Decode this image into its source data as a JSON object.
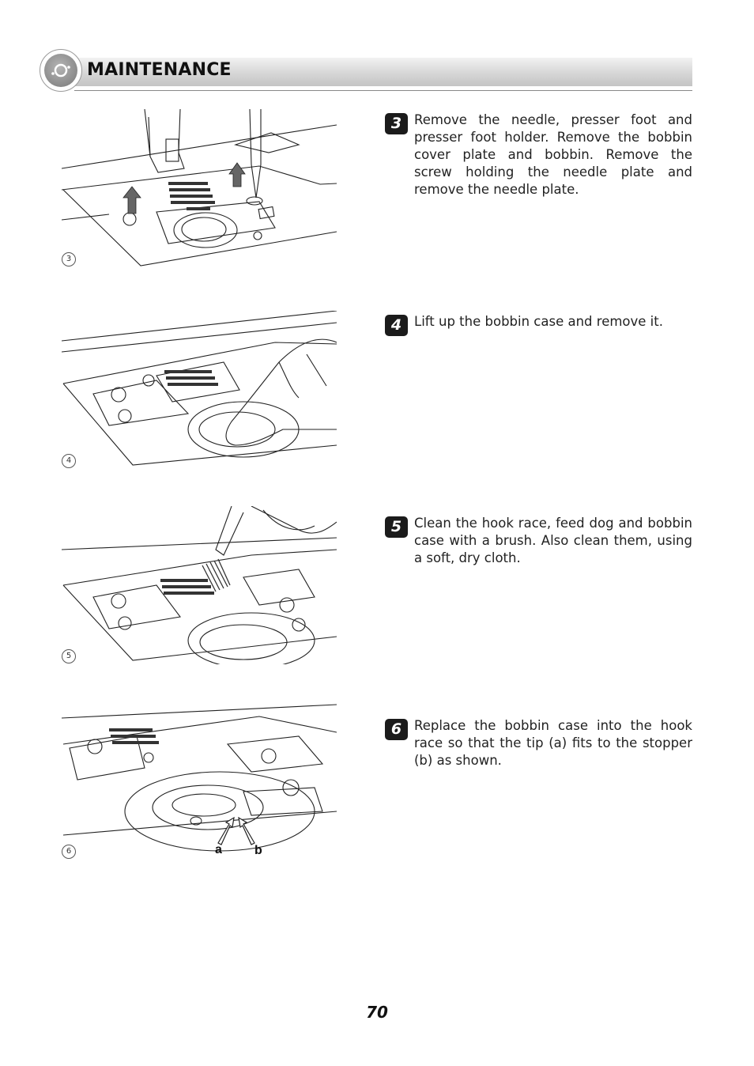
{
  "header": {
    "title": "MAINTENANCE"
  },
  "figures": [
    {
      "number": "3"
    },
    {
      "number": "4"
    },
    {
      "number": "5"
    },
    {
      "number": "6",
      "labels": {
        "a": "a",
        "b": "b"
      }
    }
  ],
  "steps": [
    {
      "number": "3",
      "text": "Remove the needle, presser foot and presser foot holder. Remove the bobbin cover plate and bobbin. Remove the screw holding the needle plate and remove the needle plate."
    },
    {
      "number": "4",
      "text": "Lift up the bobbin case and remove it."
    },
    {
      "number": "5",
      "text": "Clean the hook race, feed dog and bobbin case with a brush. Also clean them, using a soft, dry cloth."
    },
    {
      "number": "6",
      "text": "Replace the bobbin case into the hook race so that the tip (a) fits to the stopper (b) as shown."
    }
  ],
  "page_number": "70"
}
